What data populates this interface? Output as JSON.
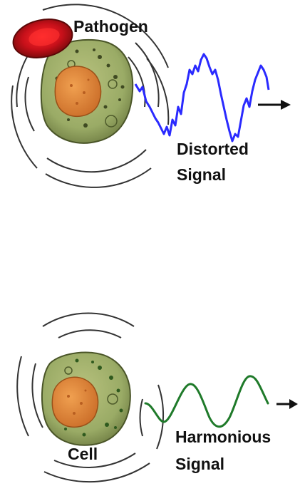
{
  "labels": {
    "pathogen": "Pathogen",
    "distorted_line1": "Distorted",
    "distorted_line2": "Signal",
    "cell": "Cell",
    "harmonious_line1": "Harmonious",
    "harmonious_line2": "Signal"
  },
  "colors": {
    "distorted_wave": "#2a2aff",
    "harmonious_wave": "#1f7a2a",
    "pathogen_red": "#c8101a",
    "cell_body": "#9cae6a",
    "nucleus": "#e0893a",
    "rings": "#333333"
  },
  "icons": {
    "arrow": "right-arrow-icon"
  }
}
